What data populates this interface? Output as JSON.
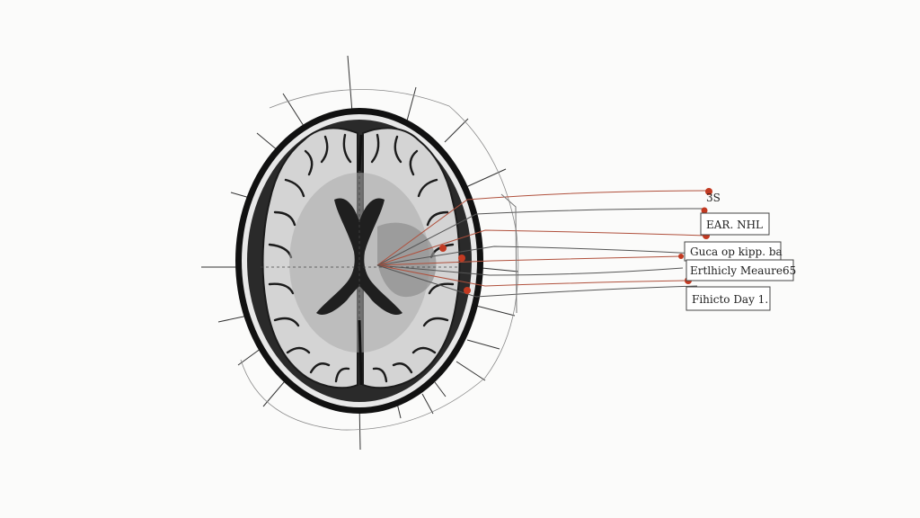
{
  "labels": [
    {
      "id": "label-1",
      "text": "3S"
    },
    {
      "id": "label-2",
      "text": "EAR. NHL"
    },
    {
      "id": "label-3",
      "text": "Guca op kipp. ba"
    },
    {
      "id": "label-4",
      "text": "Ertlhicly Meaure65"
    },
    {
      "id": "label-5",
      "text": "Fihicto Day 1."
    }
  ],
  "colors": {
    "outline": "#1b1b1b",
    "white_matter": "#c9c9c9",
    "gray_matter": "#8a8a8a",
    "ventricle": "#2a2a2a",
    "leader": "#b0503c",
    "marker": "#c23a22"
  }
}
